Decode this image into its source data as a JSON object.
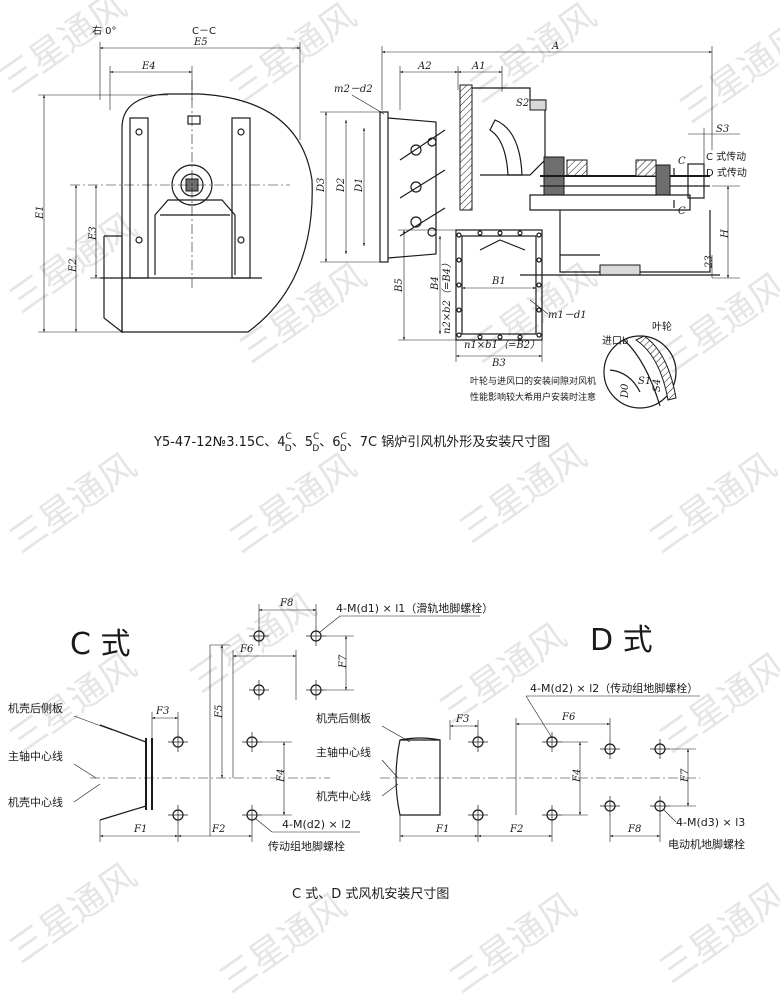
{
  "watermark": "三星通风",
  "top_view": {
    "left_title": "右 0°",
    "section_title": "C－C",
    "labels": {
      "E5": "E5",
      "E4": "E4",
      "E1": "E1",
      "E2": "E2",
      "E3": "E3",
      "A": "A",
      "A2": "A2",
      "A1": "A1",
      "S2": "S2",
      "S3": "S3",
      "m2d2": "m2－d2",
      "D3": "D3",
      "D2": "D2",
      "D1": "D1",
      "B5": "B5",
      "B4": "B4",
      "B1": "B1",
      "B2": "B2",
      "B3": "B3",
      "m1d1": "m1－d1",
      "n2b2": "n2×b2（=B4）",
      "n1b1": "n1×b1（=B2）",
      "H": "H",
      "h23": "23",
      "C": "C"
    },
    "c_drive": "C 式传动",
    "d_drive": "D 式传动",
    "detail": {
      "inlet": "进口b",
      "impeller": "叶轮",
      "D0": "D0",
      "S1": "S1",
      "S4": "S4"
    },
    "note_line1": "叶轮与进风口的安装间隙对风机",
    "note_line2": "性能影响较大希用户安装时注意",
    "caption_prefix": "Y5-47-12№3.15C、4",
    "caption_sup": "C",
    "caption_sub": "D",
    "caption_mid1": "、5",
    "caption_mid2": "、6",
    "caption_suffix": "、7C 锅炉引风机外形及安装尺寸图"
  },
  "bottom_view": {
    "c_style": "C 式",
    "d_style": "D 式",
    "c_bolt1": "4-M(d1) × l1（滑轨地脚螺栓）",
    "c_bolt2": "4-M(d2) × l2",
    "c_bolt2_desc": "传动组地脚螺栓",
    "d_bolt1": "4-M(d2) × l2（传动组地脚螺栓）",
    "d_bolt2": "4-M(d3) × l3",
    "d_bolt2_desc": "电动机地脚螺栓",
    "rear_plate": "机壳后侧板",
    "main_axis": "主轴中心线",
    "casing_axis": "机壳中心线",
    "dims": {
      "F1": "F1",
      "F2": "F2",
      "F3": "F3",
      "F4": "F4",
      "F5": "F5",
      "F6": "F6",
      "F7": "F7",
      "F8": "F8"
    },
    "caption": "C 式、D 式风机安装尺寸图"
  }
}
